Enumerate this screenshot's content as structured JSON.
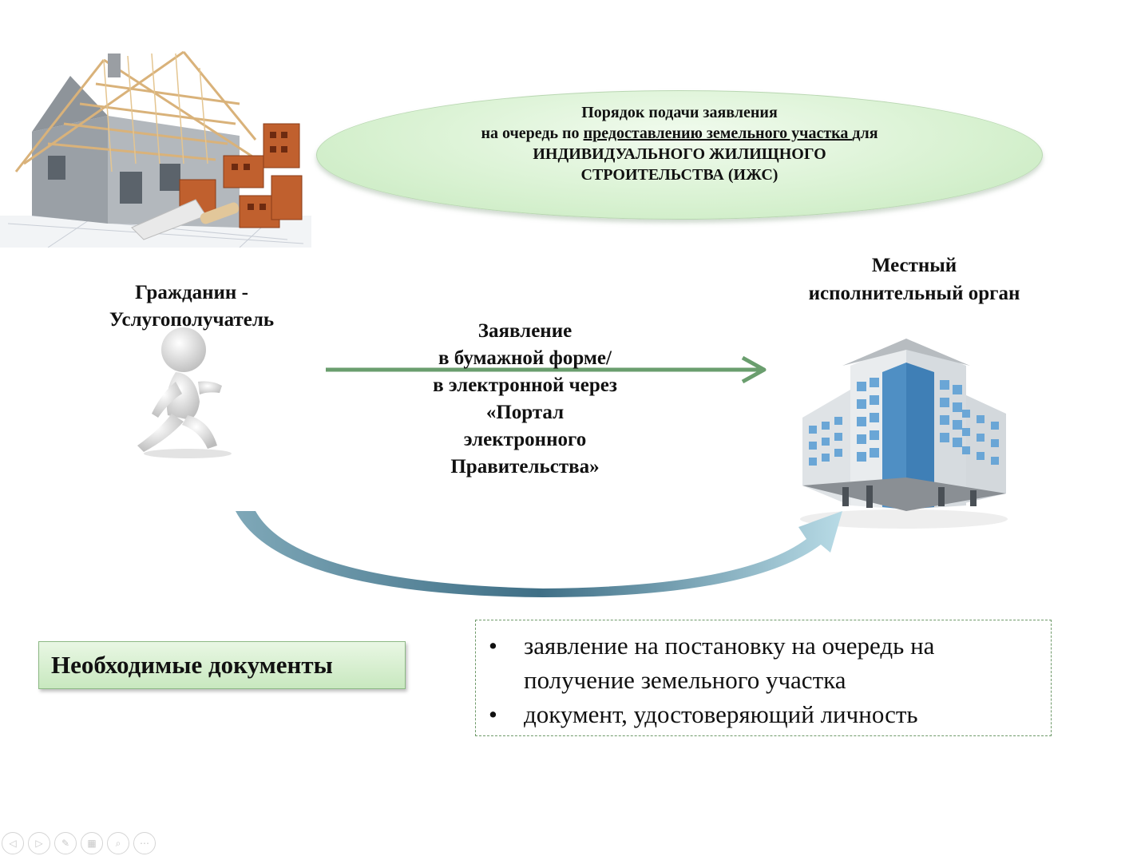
{
  "ellipse": {
    "line1": "Порядок подачи заявления",
    "line2_prefix": "на очередь по ",
    "line2_underlined": "предоставлению земельного участка ",
    "line2_suffix": "для",
    "line3": "ИНДИВИДУАЛЬНОГО ЖИЛИЩНОГО",
    "line4": "СТРОИТЕЛЬСТВА (ИЖС)"
  },
  "citizen": {
    "line1": "Гражданин -",
    "line2": "Услугополучатель"
  },
  "authority": {
    "line1": "Местный",
    "line2": "исполнительный орган"
  },
  "application": {
    "lines": [
      "Заявление",
      "в бумажной форме/",
      "в электронной через",
      "«Портал",
      "электронного",
      "Правительства»"
    ]
  },
  "docs": {
    "label": "Необходимые документы",
    "bullet": "•",
    "items": [
      {
        "line1": "заявление на постановку на очередь на",
        "line2": "получение земельного участка"
      },
      {
        "line1": "документ, удостоверяющий личность"
      }
    ]
  },
  "colors": {
    "arrow_green": "#6a9e6e",
    "curve_blue": "#7fa8b8",
    "ellipse_fill": "#d7f1d0"
  },
  "toolbar": {
    "icons": [
      "prev-icon",
      "next-icon",
      "pen-icon",
      "slides-icon",
      "zoom-icon",
      "more-icon"
    ],
    "glyphs": [
      "◁",
      "▷",
      "✎",
      "▦",
      "⌕",
      "⋯"
    ]
  }
}
